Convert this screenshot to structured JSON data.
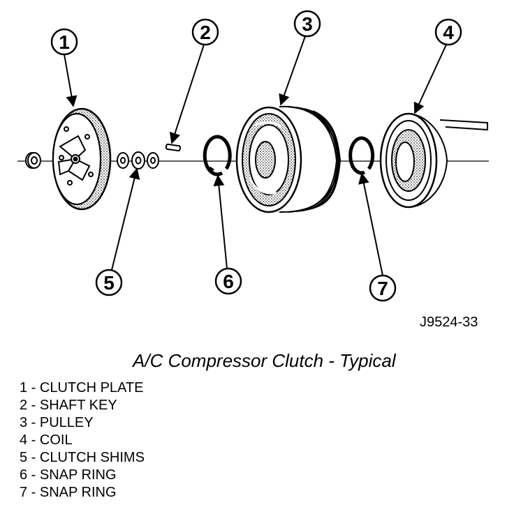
{
  "callouts": [
    "1",
    "2",
    "3",
    "4",
    "5",
    "6",
    "7"
  ],
  "figure_id": "J9524-33",
  "caption": "A/C Compressor Clutch - Typical",
  "legend": [
    "1 - CLUTCH PLATE",
    "2 - SHAFT KEY",
    "3 - PULLEY",
    "4 - COIL",
    "5 - CLUTCH SHIMS",
    "6 - SNAP RING",
    "7 - SNAP RING"
  ]
}
